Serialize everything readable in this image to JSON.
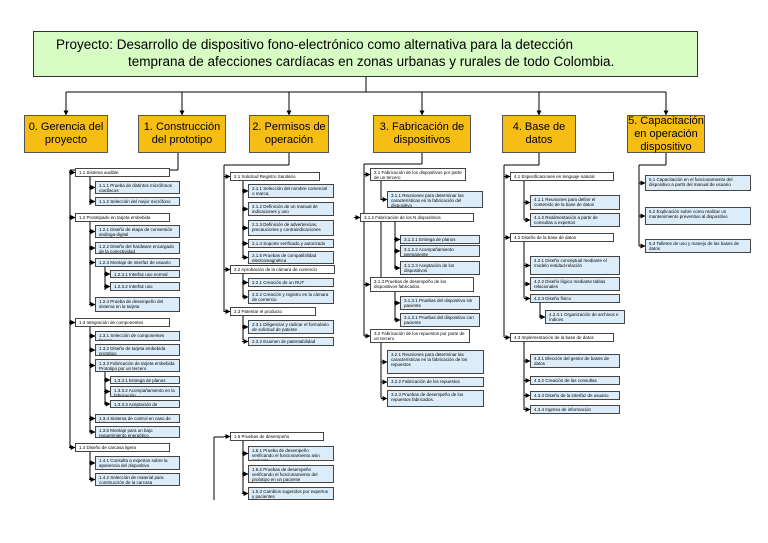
{
  "root": {
    "line1": "Proyecto: Desarrollo de dispositivo fono-electrónico como alternativa para la detección",
    "line2": "temprana de afecciones cardíacas en zonas urbanas y rurales de todo Colombia."
  },
  "columns": [
    {
      "label": "0. Gerencia del proyecto"
    },
    {
      "label": "1. Construcción del prototipo",
      "items": [
        {
          "kind": "sub",
          "text": "1.1 Sistema audible"
        },
        {
          "kind": "leaf",
          "text": "1.1.1 Prueba de distintos micrófonos cardíacos"
        },
        {
          "kind": "leaf",
          "text": "1.1.2 Selección del mejor micrófono"
        },
        {
          "kind": "sub",
          "text": "1.2 Prototipado en tarjeta embebida"
        },
        {
          "kind": "leaf",
          "text": "1.2.1 Diseño de etapa de conversión análoga-digital"
        },
        {
          "kind": "leaf",
          "text": "1.2.2 Diseño del hardware encargado de la conectividad"
        },
        {
          "kind": "leaf",
          "text": "1.2.3 Montaje de interfaz de usuario"
        },
        {
          "kind": "leaf",
          "text": "1.2.3.1 Interfaz uso normal"
        },
        {
          "kind": "leaf",
          "text": "1.2.3.2 Interfaz uso emergencias"
        },
        {
          "kind": "leaf",
          "text": "1.2.4 Prueba de desempeño del sistema en la tarjeta"
        },
        {
          "kind": "sub",
          "text": "1.3 Integración de componentes"
        },
        {
          "kind": "leaf",
          "text": "1.3.1 Selección de componentes ligeros"
        },
        {
          "kind": "leaf",
          "text": "1.3.2 Diseño de tarjeta embebida prototipo"
        },
        {
          "kind": "leaf",
          "text": "1.3.3 Fabricación de tarjeta embebida Prototipo por un tercero"
        },
        {
          "kind": "leaf",
          "text": "1.3.3.1 Entrega de planos"
        },
        {
          "kind": "leaf",
          "text": "1.3.3.2 Acompañamiento en la fabricación"
        },
        {
          "kind": "leaf",
          "text": "1.3.3.3 Aceptación de prototipo"
        },
        {
          "kind": "leaf",
          "text": "1.3.4 Sistema de control en caso de falla"
        },
        {
          "kind": "leaf",
          "text": "1.3.5 Montaje para un bajo requerimiento energético"
        },
        {
          "kind": "sub",
          "text": "1.4 Diseño de carcasa ligera"
        },
        {
          "kind": "leaf",
          "text": "1.4.1 Consulta a expertos sobre la apariencia del dispositivo"
        },
        {
          "kind": "leaf",
          "text": "1.4.2 Selección de material para construcción de la carcasa"
        },
        {
          "kind": "sub",
          "text": "1.5 Pruebas de desempeño"
        },
        {
          "kind": "leaf",
          "text": "1.5.1 Prueba de desempeño verificando el funcionamiento asin paciente"
        },
        {
          "kind": "leaf",
          "text": "1.5.2 Pruebas de desempeño verificando el funcionamiento del prototipo en un paciente"
        },
        {
          "kind": "leaf",
          "text": "1.5.3 Cambios sugeridos por expertos y pacientes"
        }
      ]
    },
    {
      "label": "2. Permisos de operación",
      "items": [
        {
          "kind": "sub",
          "text": "2.1 Solicitud Registro Sanitario"
        },
        {
          "kind": "leaf",
          "text": "2.1.1 Selección del nombre comercial o marca."
        },
        {
          "kind": "leaf",
          "text": "2.1.2 Definición de un manual de indicaciones y uso"
        },
        {
          "kind": "leaf",
          "text": "2.1.3 Definición de advertencias, precauciones y contraindicaciones"
        },
        {
          "kind": "leaf",
          "text": "2.1.4 Soporte verificado y autorizado"
        },
        {
          "kind": "leaf",
          "text": "2.1.5 Pruebas de compatibilidad electromagnética"
        },
        {
          "kind": "sub",
          "text": "2.2 Aprobación de la cámara de comercio"
        },
        {
          "kind": "leaf",
          "text": "2.2.1 Creación de un RUT"
        },
        {
          "kind": "leaf",
          "text": "2.2.2 Creación y registro en la cámara de comercio"
        },
        {
          "kind": "sub",
          "text": "2.3 Patentar el producto"
        },
        {
          "kind": "leaf",
          "text": "2.3.1 Diligenciar y radicar el formulario de solicitud de patente"
        },
        {
          "kind": "leaf",
          "text": "2.3.2 Examen de patentabilidad"
        }
      ]
    },
    {
      "label": "3. Fabricación de dispositivos",
      "items": [
        {
          "kind": "sub",
          "text": "3.1 Fabricación de los dispositivos por parte de un tercero"
        },
        {
          "kind": "leaf",
          "text": "3.1.1 Reuniones para determinar las características en la fabricación del dispositivo"
        },
        {
          "kind": "sub",
          "text": "3.1.2 Fabricación de los N dispositivos"
        },
        {
          "kind": "leaf",
          "text": "3.1.2.1 Entrega de planos"
        },
        {
          "kind": "leaf",
          "text": "3.1.2.2 Acompañamiento permanente"
        },
        {
          "kind": "leaf",
          "text": "3.1.2.3 Aceptación de los dispositivos"
        },
        {
          "kind": "sub",
          "text": "3.1.3 Pruebas de desempeño de los dispositivos fabricados."
        },
        {
          "kind": "leaf",
          "text": "3.1.3.1 Pruebas del dispositivo sin paciente"
        },
        {
          "kind": "leaf",
          "text": "3.1.3.1 Pruebas del dispositivo con paciente"
        },
        {
          "kind": "sub",
          "text": "3.2 Fabricación de los repuestos por parte de un tercero"
        },
        {
          "kind": "leaf",
          "text": "3.2.1 Reuniones para determinar las características en la fabricación de los repuestos"
        },
        {
          "kind": "leaf",
          "text": "3.2.2 Fabricación de los repuestos"
        },
        {
          "kind": "leaf",
          "text": "3.2.3 Pruebas de desempeño de los repuestos fabricados."
        }
      ]
    },
    {
      "label": "4. Base de datos",
      "items": [
        {
          "kind": "sub",
          "text": "4.1 Especificaciones en lenguaje natural"
        },
        {
          "kind": "leaf",
          "text": "4.1.1 Reuniones para definir el contenido de la base de datos"
        },
        {
          "kind": "leaf",
          "text": "4.1.2 Realimentación a partir de consultas a expertos"
        },
        {
          "kind": "sub",
          "text": "4.2 Diseño de la base de datos"
        },
        {
          "kind": "leaf",
          "text": "4.2.1 Diseño conceptual mediante el modelo entidad-relación"
        },
        {
          "kind": "leaf",
          "text": "4.2.2 Diseño lógico mediante tablas relacionales"
        },
        {
          "kind": "leaf",
          "text": "4.2.3 Diseño físico"
        },
        {
          "kind": "leaf",
          "text": "4.2.3.1 Organización de archivos e índices"
        },
        {
          "kind": "sub",
          "text": "4.3 Implementación de la base de datos"
        },
        {
          "kind": "leaf",
          "text": "4.3.1 Elección del gestor de bases de datos"
        },
        {
          "kind": "leaf",
          "text": "4.3.2 Creación de las consultas"
        },
        {
          "kind": "leaf",
          "text": "4.3.3 Diseño de la interfaz de usuario"
        },
        {
          "kind": "leaf",
          "text": "4.3.4 Ingreso de información"
        }
      ]
    },
    {
      "label": "5. Capacitación en operación dispositivo",
      "items": [
        {
          "kind": "leaf",
          "text": "5.1 Capacitación en el funcionamiento del dispositivo a partir del manual de usuario"
        },
        {
          "kind": "leaf",
          "text": "5.2 Explicación sobre como realizar un mantenimiento preventivo al dispositivo"
        },
        {
          "kind": "leaf",
          "text": "5.3 Talleres de uso y manejo de las bases de datos"
        }
      ]
    }
  ]
}
